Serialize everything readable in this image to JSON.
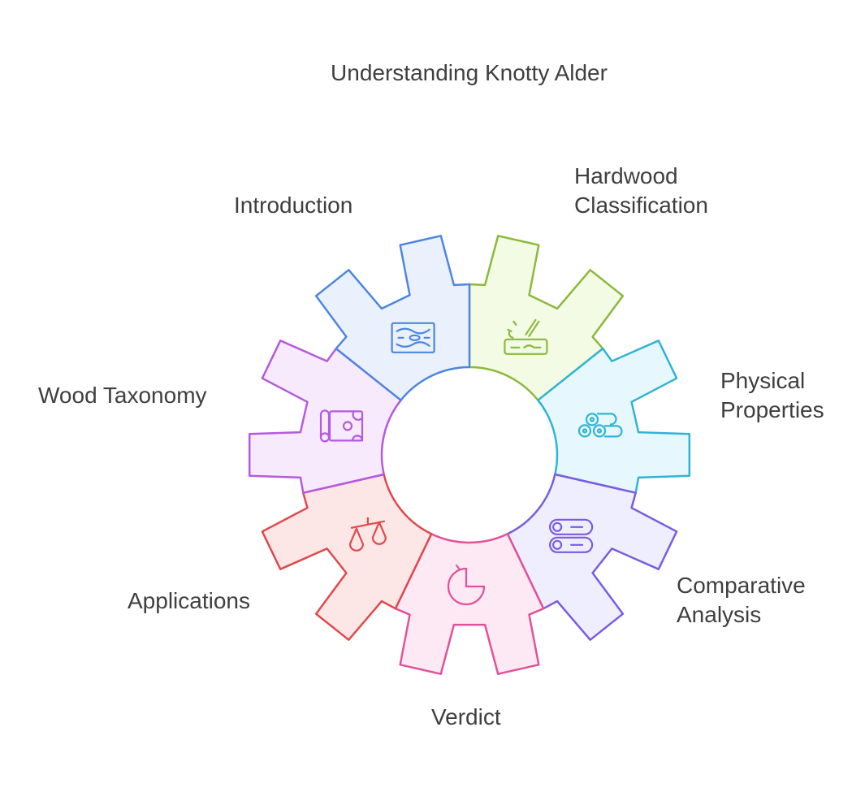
{
  "title": "Understanding Knotty Alder",
  "segments": [
    {
      "lines": [
        "Introduction"
      ],
      "stroke": "#8ab93b",
      "fill": "#f3fbe4",
      "icon": "woodworking-icon"
    },
    {
      "lines": [
        "Hardwood",
        "Classification"
      ],
      "stroke": "#2fb4d4",
      "fill": "#e6f8fd",
      "icon": "logs-icon"
    },
    {
      "lines": [
        "Physical",
        "Properties"
      ],
      "stroke": "#7b5be2",
      "fill": "#efeefe",
      "icon": "stacked-logs-icon"
    },
    {
      "lines": [
        "Comparative",
        "Analysis"
      ],
      "stroke": "#e2529a",
      "fill": "#fde9f4",
      "icon": "pie-chart-icon"
    },
    {
      "lines": [
        "Verdict"
      ],
      "stroke": "#e0494c",
      "fill": "#fde6e6",
      "icon": "scales-icon"
    },
    {
      "lines": [
        "Applications"
      ],
      "stroke": "#b55ade",
      "fill": "#f7eafd",
      "icon": "map-scroll-icon"
    },
    {
      "lines": [
        "Wood Taxonomy"
      ],
      "stroke": "#4c86e0",
      "fill": "#eaf1fd",
      "icon": "wood-grain-icon"
    }
  ]
}
